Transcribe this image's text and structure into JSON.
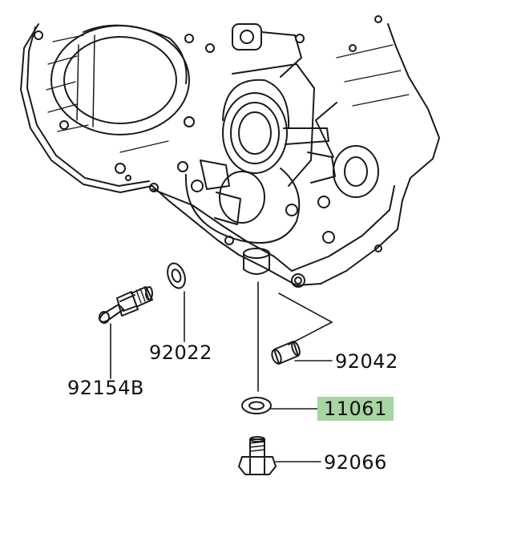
{
  "parts": {
    "p92154b": {
      "number": "92154B"
    },
    "p92022": {
      "number": "92022"
    },
    "p92042": {
      "number": "92042"
    },
    "p11061": {
      "number": "11061",
      "highlighted": true
    },
    "p92066": {
      "number": "92066"
    }
  },
  "colors": {
    "line": "#1a1a1a",
    "highlight": "#a6d5a1",
    "background": "#ffffff"
  }
}
